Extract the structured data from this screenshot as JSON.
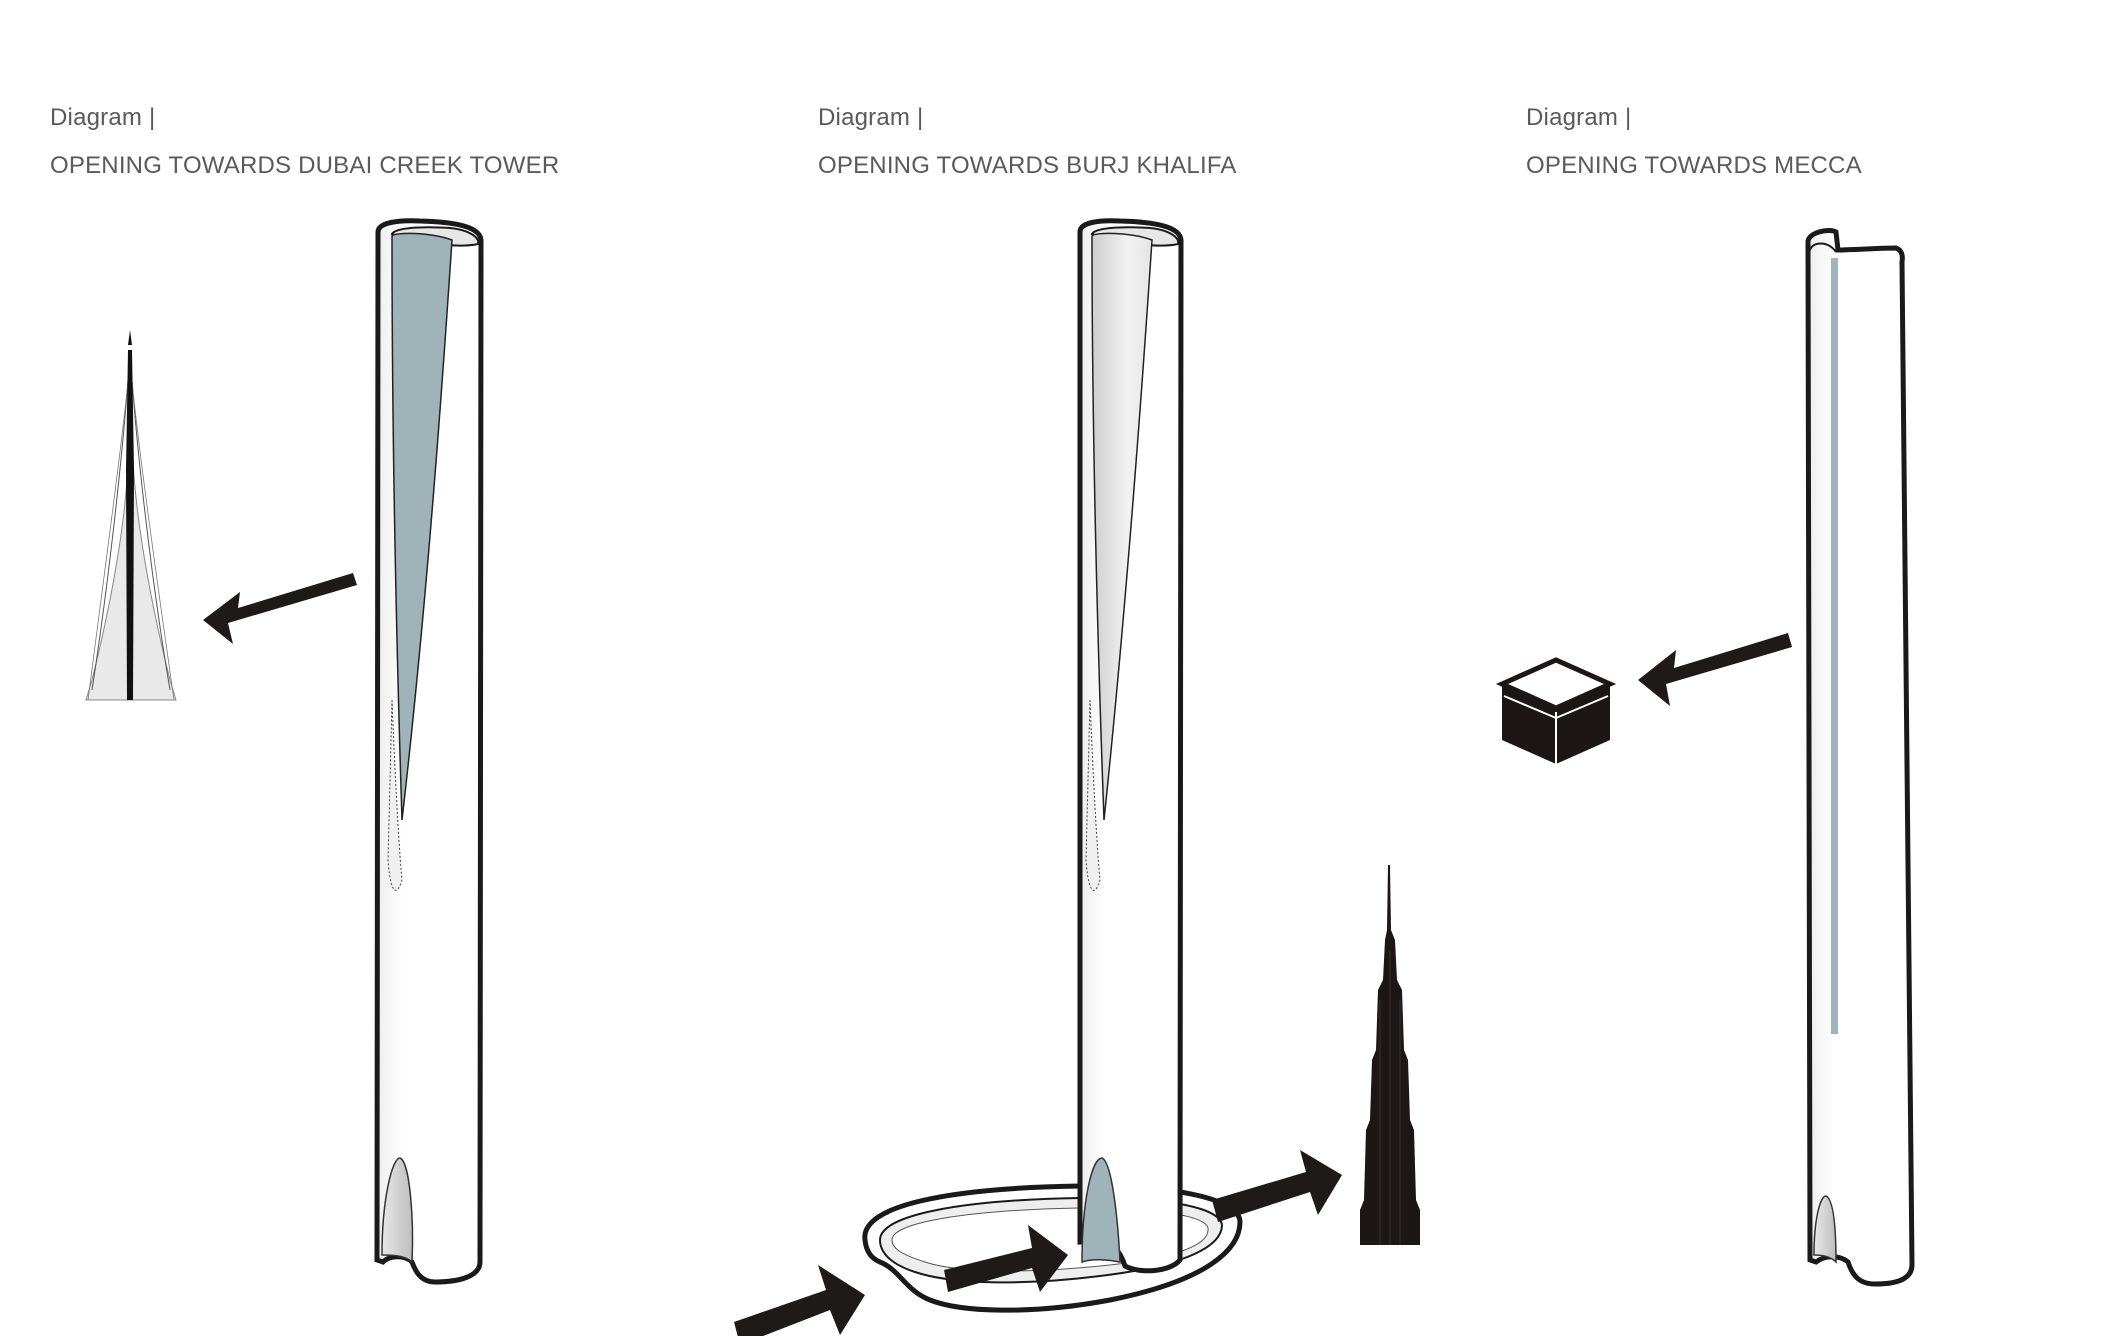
{
  "panels": [
    {
      "label": "Diagram  |",
      "title": "OPENING TOWARDS  DUBAI CREEK TOWER",
      "landmark_icon": "dubai-creek-tower-icon"
    },
    {
      "label": "Diagram  |",
      "title": "OPENING TOWARDS BURJ KHALIFA",
      "landmark_icon": "burj-khalifa-icon"
    },
    {
      "label": "Diagram  |",
      "title": "OPENING TOWARDS MECCA",
      "landmark_icon": "kaaba-icon"
    }
  ],
  "colors": {
    "opening_fill": "#9fb4b8",
    "tower_fill": "#ffffff",
    "outline": "#1a1a1a",
    "arrow": "#1f1a1a",
    "shade": "#d9d9d9"
  }
}
